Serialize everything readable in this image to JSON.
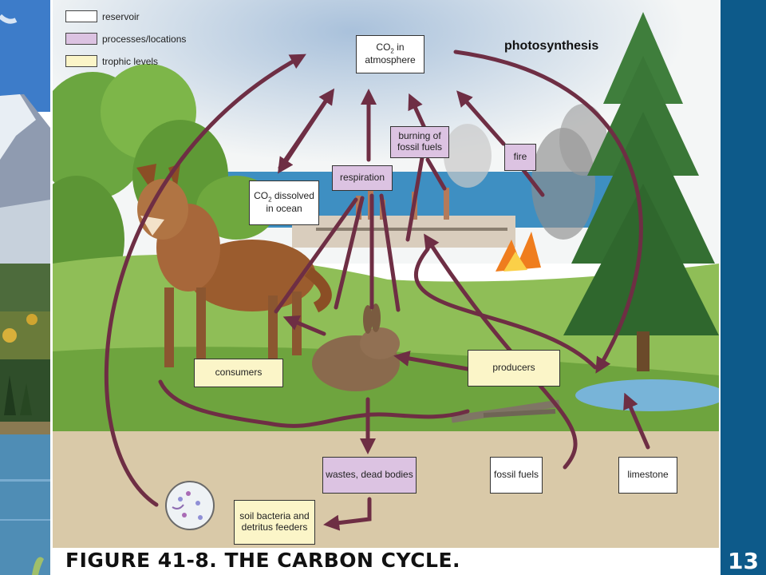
{
  "legend": {
    "reservoir": "reservoir",
    "processes": "processes/locations",
    "trophic": "trophic levels"
  },
  "labels": {
    "co2_atmosphere_1": "CO",
    "co2_atmosphere_sub": "2",
    "co2_atmosphere_2": " in",
    "co2_atmosphere_3": "atmosphere",
    "photosynthesis": "photosynthesis",
    "burning": "burning of fossil fuels",
    "fire": "fire",
    "respiration": "respiration",
    "co2_ocean_1": "CO",
    "co2_ocean_sub": "2",
    "co2_ocean_2": " dissolved",
    "co2_ocean_3": "in ocean",
    "consumers": "consumers",
    "producers": "producers",
    "wastes": "wastes, dead bodies",
    "fossil_fuels": "fossil fuels",
    "limestone": "limestone",
    "soil_bacteria": "soil bacteria and detritus feeders"
  },
  "caption": "FIGURE 41-8.  THE CARBON CYCLE.",
  "slide_number": "13",
  "colors": {
    "arrow": "#6e2e44",
    "process": "#dcc3e2",
    "trophic": "#fbf5c8",
    "slide_bar": "#0d5a8a"
  }
}
